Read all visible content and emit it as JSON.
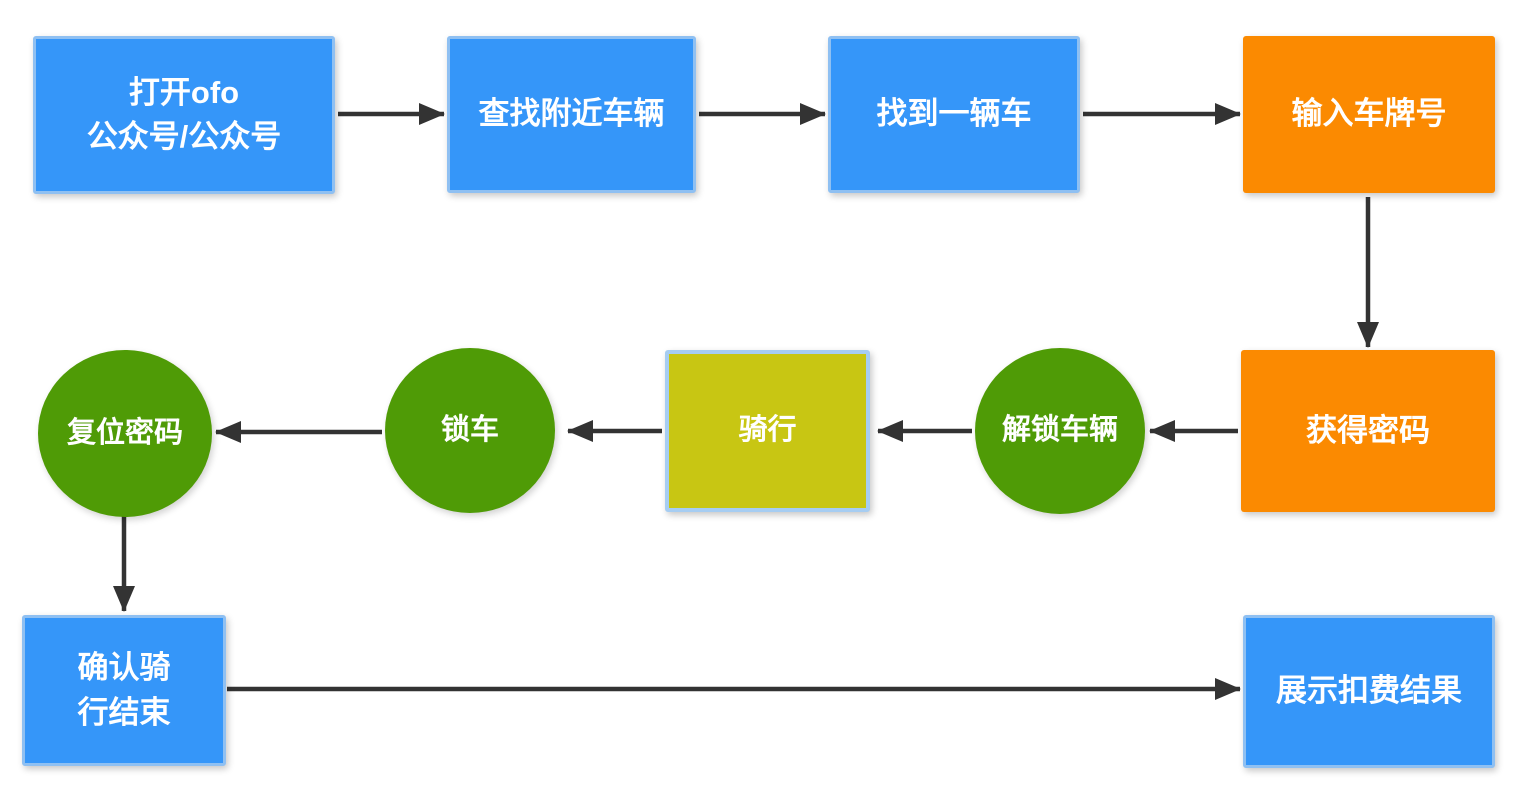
{
  "diagram": {
    "background_color": "#ffffff",
    "arrow_color": "#333333",
    "node_text_color": "#ffffff",
    "colors": {
      "process_blue_fill": "#3596f9",
      "process_blue_border": "#8fc0f2",
      "highlight_orange_fill": "#fb8a01",
      "state_green_fill": "#4f9b06",
      "riding_yellow_fill": "#c8c613",
      "riding_yellow_border": "#a6cdf2"
    },
    "nodes": [
      {
        "id": "open-ofo",
        "shape": "rectangle",
        "color": "blue",
        "lines": [
          "打开ofo",
          "公众号/公众号"
        ]
      },
      {
        "id": "find-nearby-bikes",
        "shape": "rectangle",
        "color": "blue",
        "lines": [
          "查找附近车辆"
        ]
      },
      {
        "id": "found-a-bike",
        "shape": "rectangle",
        "color": "blue",
        "lines": [
          "找到一辆车"
        ]
      },
      {
        "id": "enter-plate-number",
        "shape": "rectangle",
        "color": "orange",
        "lines": [
          "输入车牌号"
        ]
      },
      {
        "id": "get-password",
        "shape": "rectangle",
        "color": "orange",
        "lines": [
          "获得密码"
        ]
      },
      {
        "id": "unlock-bike",
        "shape": "ellipse",
        "color": "green",
        "lines": [
          "解锁车辆"
        ]
      },
      {
        "id": "riding",
        "shape": "rectangle",
        "color": "yellow",
        "lines": [
          "骑行"
        ]
      },
      {
        "id": "lock-bike",
        "shape": "ellipse",
        "color": "green",
        "lines": [
          "锁车"
        ]
      },
      {
        "id": "reset-password",
        "shape": "ellipse",
        "color": "green",
        "lines": [
          "复位密码"
        ]
      },
      {
        "id": "confirm-ride-end",
        "shape": "rectangle",
        "color": "blue",
        "lines": [
          "确认骑",
          "行结束"
        ]
      },
      {
        "id": "show-charge-result",
        "shape": "rectangle",
        "color": "blue",
        "lines": [
          "展示扣费结果"
        ]
      }
    ],
    "edges": [
      {
        "from": "open-ofo",
        "to": "find-nearby-bikes"
      },
      {
        "from": "find-nearby-bikes",
        "to": "found-a-bike"
      },
      {
        "from": "found-a-bike",
        "to": "enter-plate-number"
      },
      {
        "from": "enter-plate-number",
        "to": "get-password"
      },
      {
        "from": "get-password",
        "to": "unlock-bike"
      },
      {
        "from": "unlock-bike",
        "to": "riding"
      },
      {
        "from": "riding",
        "to": "lock-bike"
      },
      {
        "from": "lock-bike",
        "to": "reset-password"
      },
      {
        "from": "reset-password",
        "to": "confirm-ride-end"
      },
      {
        "from": "confirm-ride-end",
        "to": "show-charge-result"
      }
    ]
  }
}
